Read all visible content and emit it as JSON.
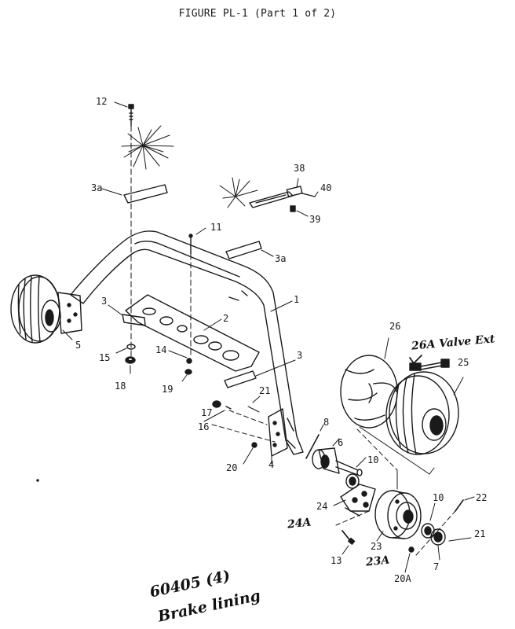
{
  "figure_title": "FIGURE PL-1 (Part 1 of 2)",
  "callouts": {
    "c12": "12",
    "c3a_top": "3a",
    "c38": "38",
    "c40": "40",
    "c39": "39",
    "c11": "11",
    "c3a_right": "3a",
    "c1": "1",
    "c3_left": "3",
    "c2": "2",
    "c5": "5",
    "c15": "15",
    "c14": "14",
    "c18": "18",
    "c19": "19",
    "c3_right": "3",
    "c26": "26",
    "c25": "25",
    "c21_upper": "21",
    "c17": "17",
    "c16": "16",
    "c8": "8",
    "c6": "6",
    "c20": "20",
    "c4": "4",
    "c10_upper": "10",
    "c24": "24",
    "c10_lower": "10",
    "c22": "22",
    "c21_lower": "21",
    "c23": "23",
    "c13": "13",
    "c7": "7",
    "c20a": "20A"
  },
  "handwritten": {
    "valve": "26A Valve Ext",
    "n24a": "24A",
    "n23a": "23A",
    "part_note": "60405 (4)",
    "brake": "Brake lining"
  }
}
